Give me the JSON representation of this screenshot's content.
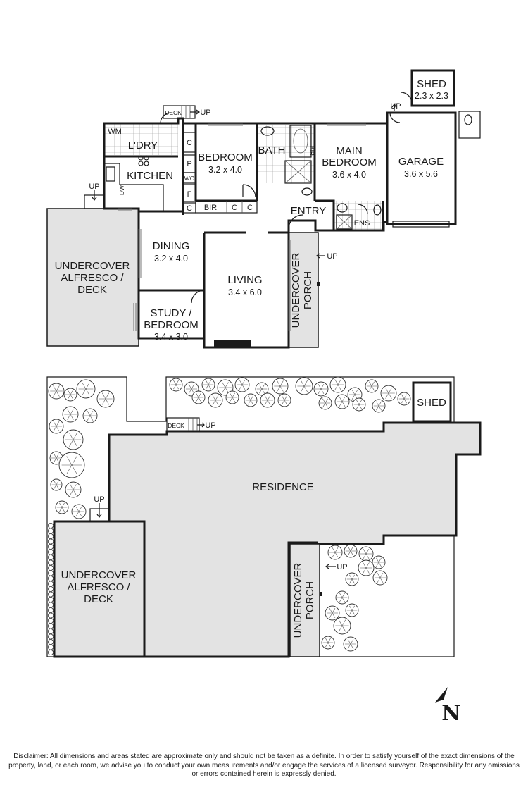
{
  "floor_plan": {
    "rooms": {
      "shed": {
        "name": "SHED",
        "size": "2.3 x 2.3"
      },
      "garage": {
        "name": "GARAGE",
        "size": "3.6 x 5.6"
      },
      "main_bedroom": {
        "name_line1": "MAIN",
        "name_line2": "BEDROOM",
        "size": "3.6 x 4.0"
      },
      "bedroom": {
        "name": "BEDROOM",
        "size": "3.2 x 4.0"
      },
      "bath": {
        "name": "BATH"
      },
      "laundry": {
        "name": "L'DRY"
      },
      "kitchen": {
        "name": "KITCHEN"
      },
      "dining": {
        "name": "DINING",
        "size": "3.2 x 4.0"
      },
      "living": {
        "name": "LIVING",
        "size": "3.4 x 6.0"
      },
      "study": {
        "name_line1": "STUDY /",
        "name_line2": "BEDROOM",
        "size": "3.4 x 3.0"
      },
      "entry": {
        "name": "ENTRY"
      },
      "ensuite": {
        "name": "ENS"
      },
      "alfresco": {
        "line1": "UNDERCOVER",
        "line2": "ALFRESCO /",
        "line3": "DECK"
      },
      "porch": {
        "line1": "UNDERCOVER",
        "line2": "PORCH"
      }
    },
    "fixtures": {
      "wm": "WM",
      "deck": "DECK",
      "up": "UP",
      "dw": "DW",
      "c": "C",
      "p": "P",
      "wo": "WO",
      "f": "F",
      "bir": "BIR"
    }
  },
  "site_plan": {
    "residence": "RESIDENCE",
    "shed": "SHED",
    "deck": "DECK",
    "up": "UP",
    "alfresco": {
      "line1": "UNDERCOVER",
      "line2": "ALFRESCO /",
      "line3": "DECK"
    },
    "porch": {
      "line1": "UNDERCOVER",
      "line2": "PORCH"
    }
  },
  "north_arrow": "N",
  "disclaimer": "Disclaimer: All dimensions and areas stated are approximate only and should not be taken as a definite. In order to satisfy yourself of the exact dimensions of the property, land, or each room, we advise you to conduct your own measurements and/or engage the services of a licensed surveyor. Responsibility for any omissions or errors contained herein is expressly denied."
}
